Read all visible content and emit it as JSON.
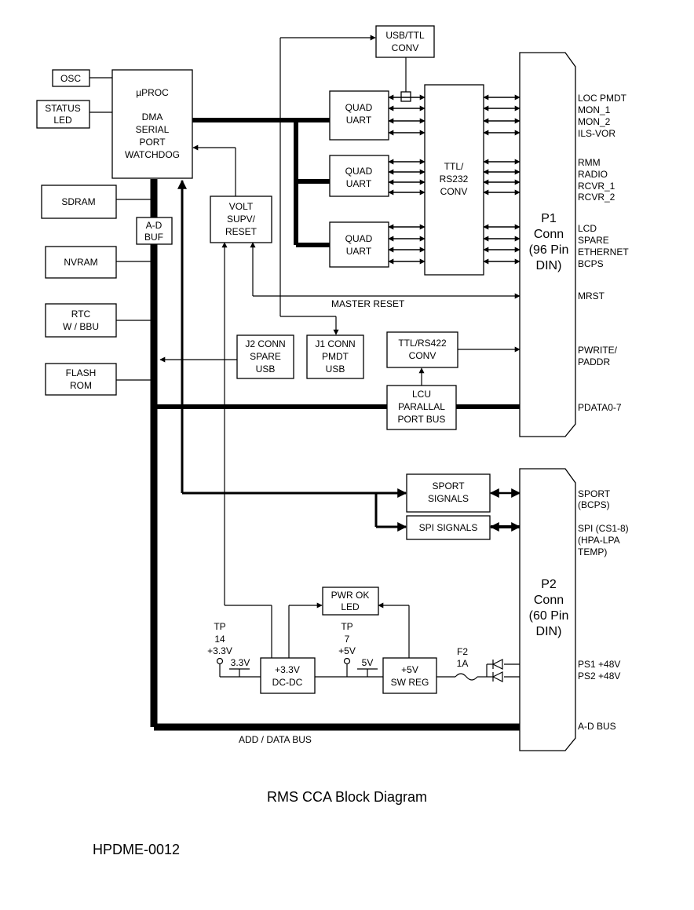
{
  "blocks": {
    "osc": "OSC",
    "status_led": [
      "STATUS",
      "LED"
    ],
    "uproc": [
      "µPROC",
      "DMA",
      "SERIAL",
      "PORT",
      "WATCHDOG"
    ],
    "sdram": "SDRAM",
    "adbuf": [
      "A-D",
      "BUF"
    ],
    "nvram": "NVRAM",
    "rtc": [
      "RTC",
      "W / BBU"
    ],
    "flash": [
      "FLASH",
      "ROM"
    ],
    "volt": [
      "VOLT",
      "SUPV/",
      "RESET"
    ],
    "usbttl": [
      "USB/TTL",
      "CONV"
    ],
    "quad_uart": [
      "QUAD",
      "UART"
    ],
    "ttl_rs232": [
      "TTL/",
      "RS232",
      "CONV"
    ],
    "j2": [
      "J2 CONN",
      "SPARE",
      "USB"
    ],
    "j1": [
      "J1 CONN",
      "PMDT",
      "USB"
    ],
    "ttl_rs422": [
      "TTL/RS422",
      "CONV"
    ],
    "lcu": [
      "LCU",
      "PARALLAL",
      "PORT BUS"
    ],
    "sport": [
      "SPORT",
      "SIGNALS"
    ],
    "spi": "SPI SIGNALS",
    "pwrok": [
      "PWR OK",
      "LED"
    ],
    "dcdc": [
      "+3.3V",
      "DC-DC"
    ],
    "swreg": [
      "+5V",
      "SW REG"
    ],
    "p1": [
      "P1",
      "Conn",
      "(96 Pin",
      "DIN)"
    ],
    "p2": [
      "P2",
      "Conn",
      "(60 Pin",
      "DIN)"
    ]
  },
  "labels": {
    "master_reset": "MASTER RESET",
    "add_data_bus": "ADD / DATA BUS",
    "tp14": [
      "TP",
      "14",
      "+3.3V"
    ],
    "tp7": [
      "TP",
      "7",
      "+5V"
    ],
    "v33": "3.3V",
    "v5": "5V",
    "fuse": [
      "F2",
      "1A"
    ]
  },
  "p1_pins": {
    "group1": [
      "LOC PMDT",
      "MON_1",
      "MON_2",
      "ILS-VOR"
    ],
    "group2": [
      "RMM",
      "RADIO",
      "RCVR_1",
      "RCVR_2"
    ],
    "group3": [
      "LCD",
      "SPARE",
      "ETHERNET",
      "BCPS"
    ],
    "mrst": "MRST",
    "pwrite": [
      "PWRITE/",
      "PADDR"
    ],
    "pdata": "PDATA0-7"
  },
  "p2_pins": {
    "sport": [
      "SPORT",
      "(BCPS)"
    ],
    "spi": [
      "SPI (CS1-8)",
      "(HPA-LPA",
      "TEMP)"
    ],
    "ps": [
      "PS1 +48V",
      "PS2 +48V"
    ],
    "adbus": "A-D BUS"
  },
  "caption": "RMS CCA Block Diagram",
  "doc_id": "HPDME-0012"
}
